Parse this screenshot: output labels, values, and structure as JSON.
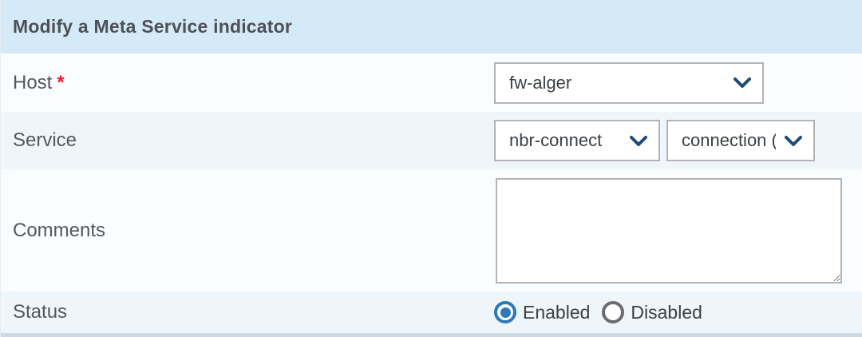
{
  "colors": {
    "header_bg": "#d4eaf7",
    "row_light": "#fafdff",
    "row_blue": "#eef6fc",
    "strip": "#ccd8e2",
    "title_color": "#4d5156",
    "label_color": "#54585c",
    "value_color": "#3c4043",
    "control_border": "#b3b3b3",
    "chevron_color": "#1d4a7a",
    "required_red": "#f2192e",
    "radio_blue": "#2e78b8",
    "radio_gray": "#696d71"
  },
  "header": {
    "title": "Modify a Meta Service indicator"
  },
  "form": {
    "host": {
      "label": "Host",
      "required_mark": "*",
      "value": "fw-alger"
    },
    "service": {
      "label": "Service",
      "service_value": "nbr-connect",
      "metric_value": "connection ()"
    },
    "comments": {
      "label": "Comments",
      "value": ""
    },
    "status": {
      "label": "Status",
      "options": [
        {
          "label": "Enabled",
          "selected": true
        },
        {
          "label": "Disabled",
          "selected": false
        }
      ]
    }
  }
}
